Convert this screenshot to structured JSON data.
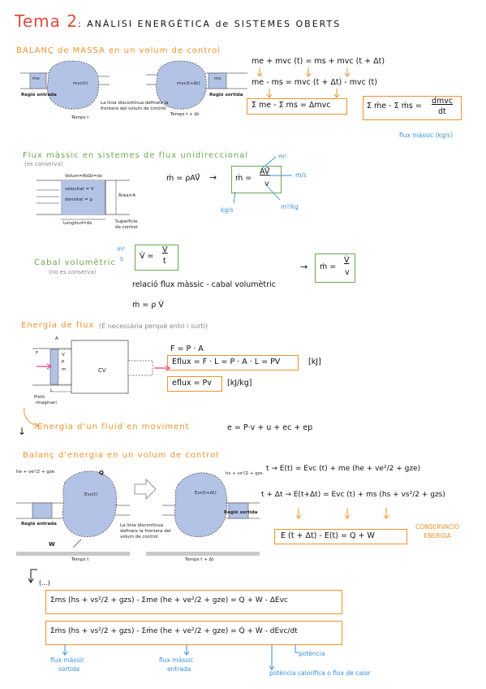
{
  "title": {
    "main": "Tema 2",
    "sub": ": ANÀLISI ENERGÈTICA de SISTEMES OBERTS"
  },
  "s1": {
    "heading": "BALANÇ de MASSA en un volum de control",
    "region_in": "Regió entrada",
    "region_out": "Regió sortida",
    "mvc_t": "mvc(t)",
    "mvc_tdt": "mvc(t+Δt)",
    "dashed_note_1": "La línia discontínua defineix la",
    "dashed_note_2": "frontera del volum de control",
    "time_t": "Temps t",
    "time_tdt": "Temps t + Δt",
    "me": "me",
    "ms": "ms",
    "eq1": "me + mvc (t) = ms + mvc (t + Δt)",
    "eq2": "me - ms = mvc (t + Δt) - mvc (t)",
    "box1": "Σ me - Σ ms = Δmvc",
    "box2": "Σ ṁe - Σ ṁs = dmvc/dt",
    "box2_lhs": "Σ ṁe - Σ ṁs =",
    "box2_num": "dmvc",
    "box2_den": "dt",
    "flux_note": "flux màssic (kg/s)"
  },
  "s2": {
    "heading": "Flux màssic en sistemes de flux unidireccional",
    "note": "(es conserva)",
    "vol_label": "Volum=AVΔt=dx",
    "velocity": "velocitat = V",
    "density": "densitat = ρ",
    "area": "Àrea=A",
    "length": "Longitud=dx",
    "surface_1": "Superfície",
    "surface_2": "de control",
    "eq": "ṁ = ρAV⃗",
    "box_lhs": "ṁ =",
    "box_num": "AV⃗",
    "box_den": "v",
    "u_m2": "m²",
    "u_ms": "m/s",
    "u_kgs": "kg/s",
    "u_m3kg": "m³/kg"
  },
  "s3": {
    "heading": "Cabal volumètric",
    "note": "(no es conserva)",
    "u_m3s_1": "m³",
    "u_m3s_2": "s",
    "box_lhs": "V̇ =",
    "box_num": "V",
    "box_den": "t",
    "relation": "relació flux màssic - cabal volumètric",
    "eq": "ṁ = ρ V̇",
    "arrow": "→",
    "box2_lhs": "ṁ =",
    "box2_num": "V̇",
    "box2_den": "v"
  },
  "s4": {
    "heading": "Energia de flux",
    "note": "(E necessària perquè entri i surti)",
    "F": "F",
    "A": "A",
    "V": "V",
    "P": "P",
    "m": "m",
    "L": "L",
    "cv": "CV",
    "piston_1": "Pistó",
    "piston_2": "imaginari",
    "eq": "F = P · A",
    "box1": "Eflux = F · L = P · A · L = PV",
    "box1_unit": "[kJ]",
    "box2": "eflux = Pv",
    "box2_unit": "[kJ/kg]"
  },
  "s5": {
    "heading": "Energia d'un fluid en moviment",
    "eq": "e = P·v + u + ec + ep"
  },
  "s6": {
    "heading": "Balanç d'energia en un volum de control",
    "h_in": "he + ve²/2 + gze",
    "h_out": "hs + vs²/2 + gzs",
    "Q": "Q",
    "W": "W",
    "evc_t": "Evc(t)",
    "evc_tdt": "Evc(t+Δt)",
    "region_in": "Regió entrada",
    "region_out": "Regió sortida",
    "dashed_note_1": "La línia discontínua",
    "dashed_note_2": "defineix la frontera del",
    "dashed_note_3": "volum de control",
    "time_t": "Temps t",
    "time_tdt": "Temps t + Δt",
    "eq1": "t → E(t) = Evc (t) + me (he + ve²/2 + gze)",
    "eq2": "t + Δt → E(t+Δt) = Evc (t) + ms (hs + vs²/2 + gzs)",
    "box": "E (t + Δt) - E(t) = Q + W",
    "cons_1": "CONSERVACIÓ",
    "cons_2": "ENERGIA"
  },
  "s7": {
    "ellipsis": "(...)",
    "box1": "Σms (hs + vs²/2 + gzs) - Σme (he + ve²/2 + gze) = Q + W - ΔEvc",
    "box2": "Σṁs (hs + vs²/2 + gzs) - Σṁe (he + ve²/2 + gze) = Q̇ + Ẇ - dEvc/dt",
    "lbl_out_1": "flux màssic",
    "lbl_out_2": "sortida",
    "lbl_in_1": "flux màssic",
    "lbl_in_2": "entrada",
    "lbl_power": "potència",
    "lbl_heat": "potència calorífica o flux de calor"
  },
  "colors": {
    "title": "#e04c3c",
    "orange": "#f0922a",
    "green": "#6aa84f",
    "blue": "#3a8fd9",
    "fill": "#b3c3e6"
  }
}
